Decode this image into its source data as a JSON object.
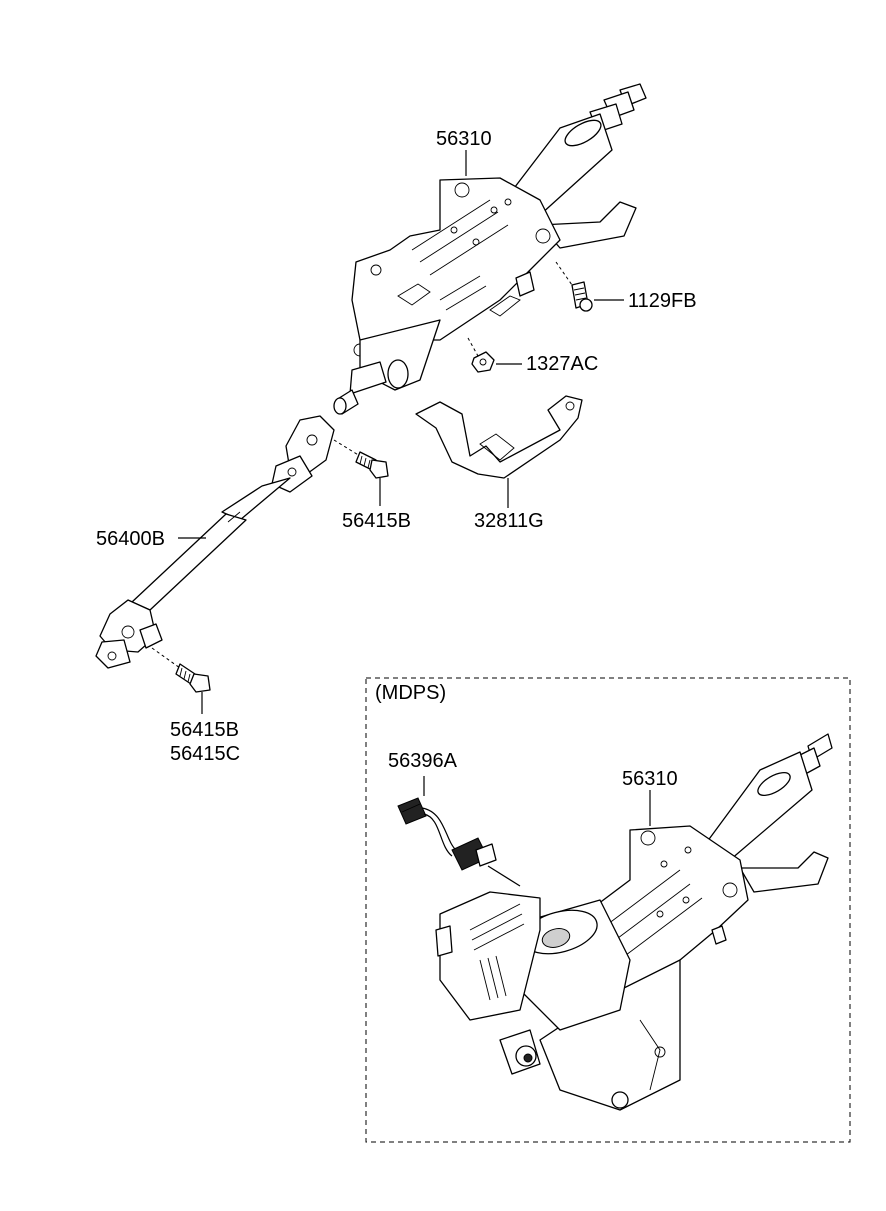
{
  "labels": {
    "column_upper": "56310",
    "bolt_right": "1129FB",
    "nut": "1327AC",
    "shaft_bolt_upper": "56415B",
    "bracket": "32811G",
    "intermediate_shaft": "56400B",
    "shaft_bolt_lower_1": "56415B",
    "shaft_bolt_lower_2": "56415C",
    "mdps_title": "(MDPS)",
    "mdps_connector": "56396A",
    "mdps_column": "56310"
  }
}
